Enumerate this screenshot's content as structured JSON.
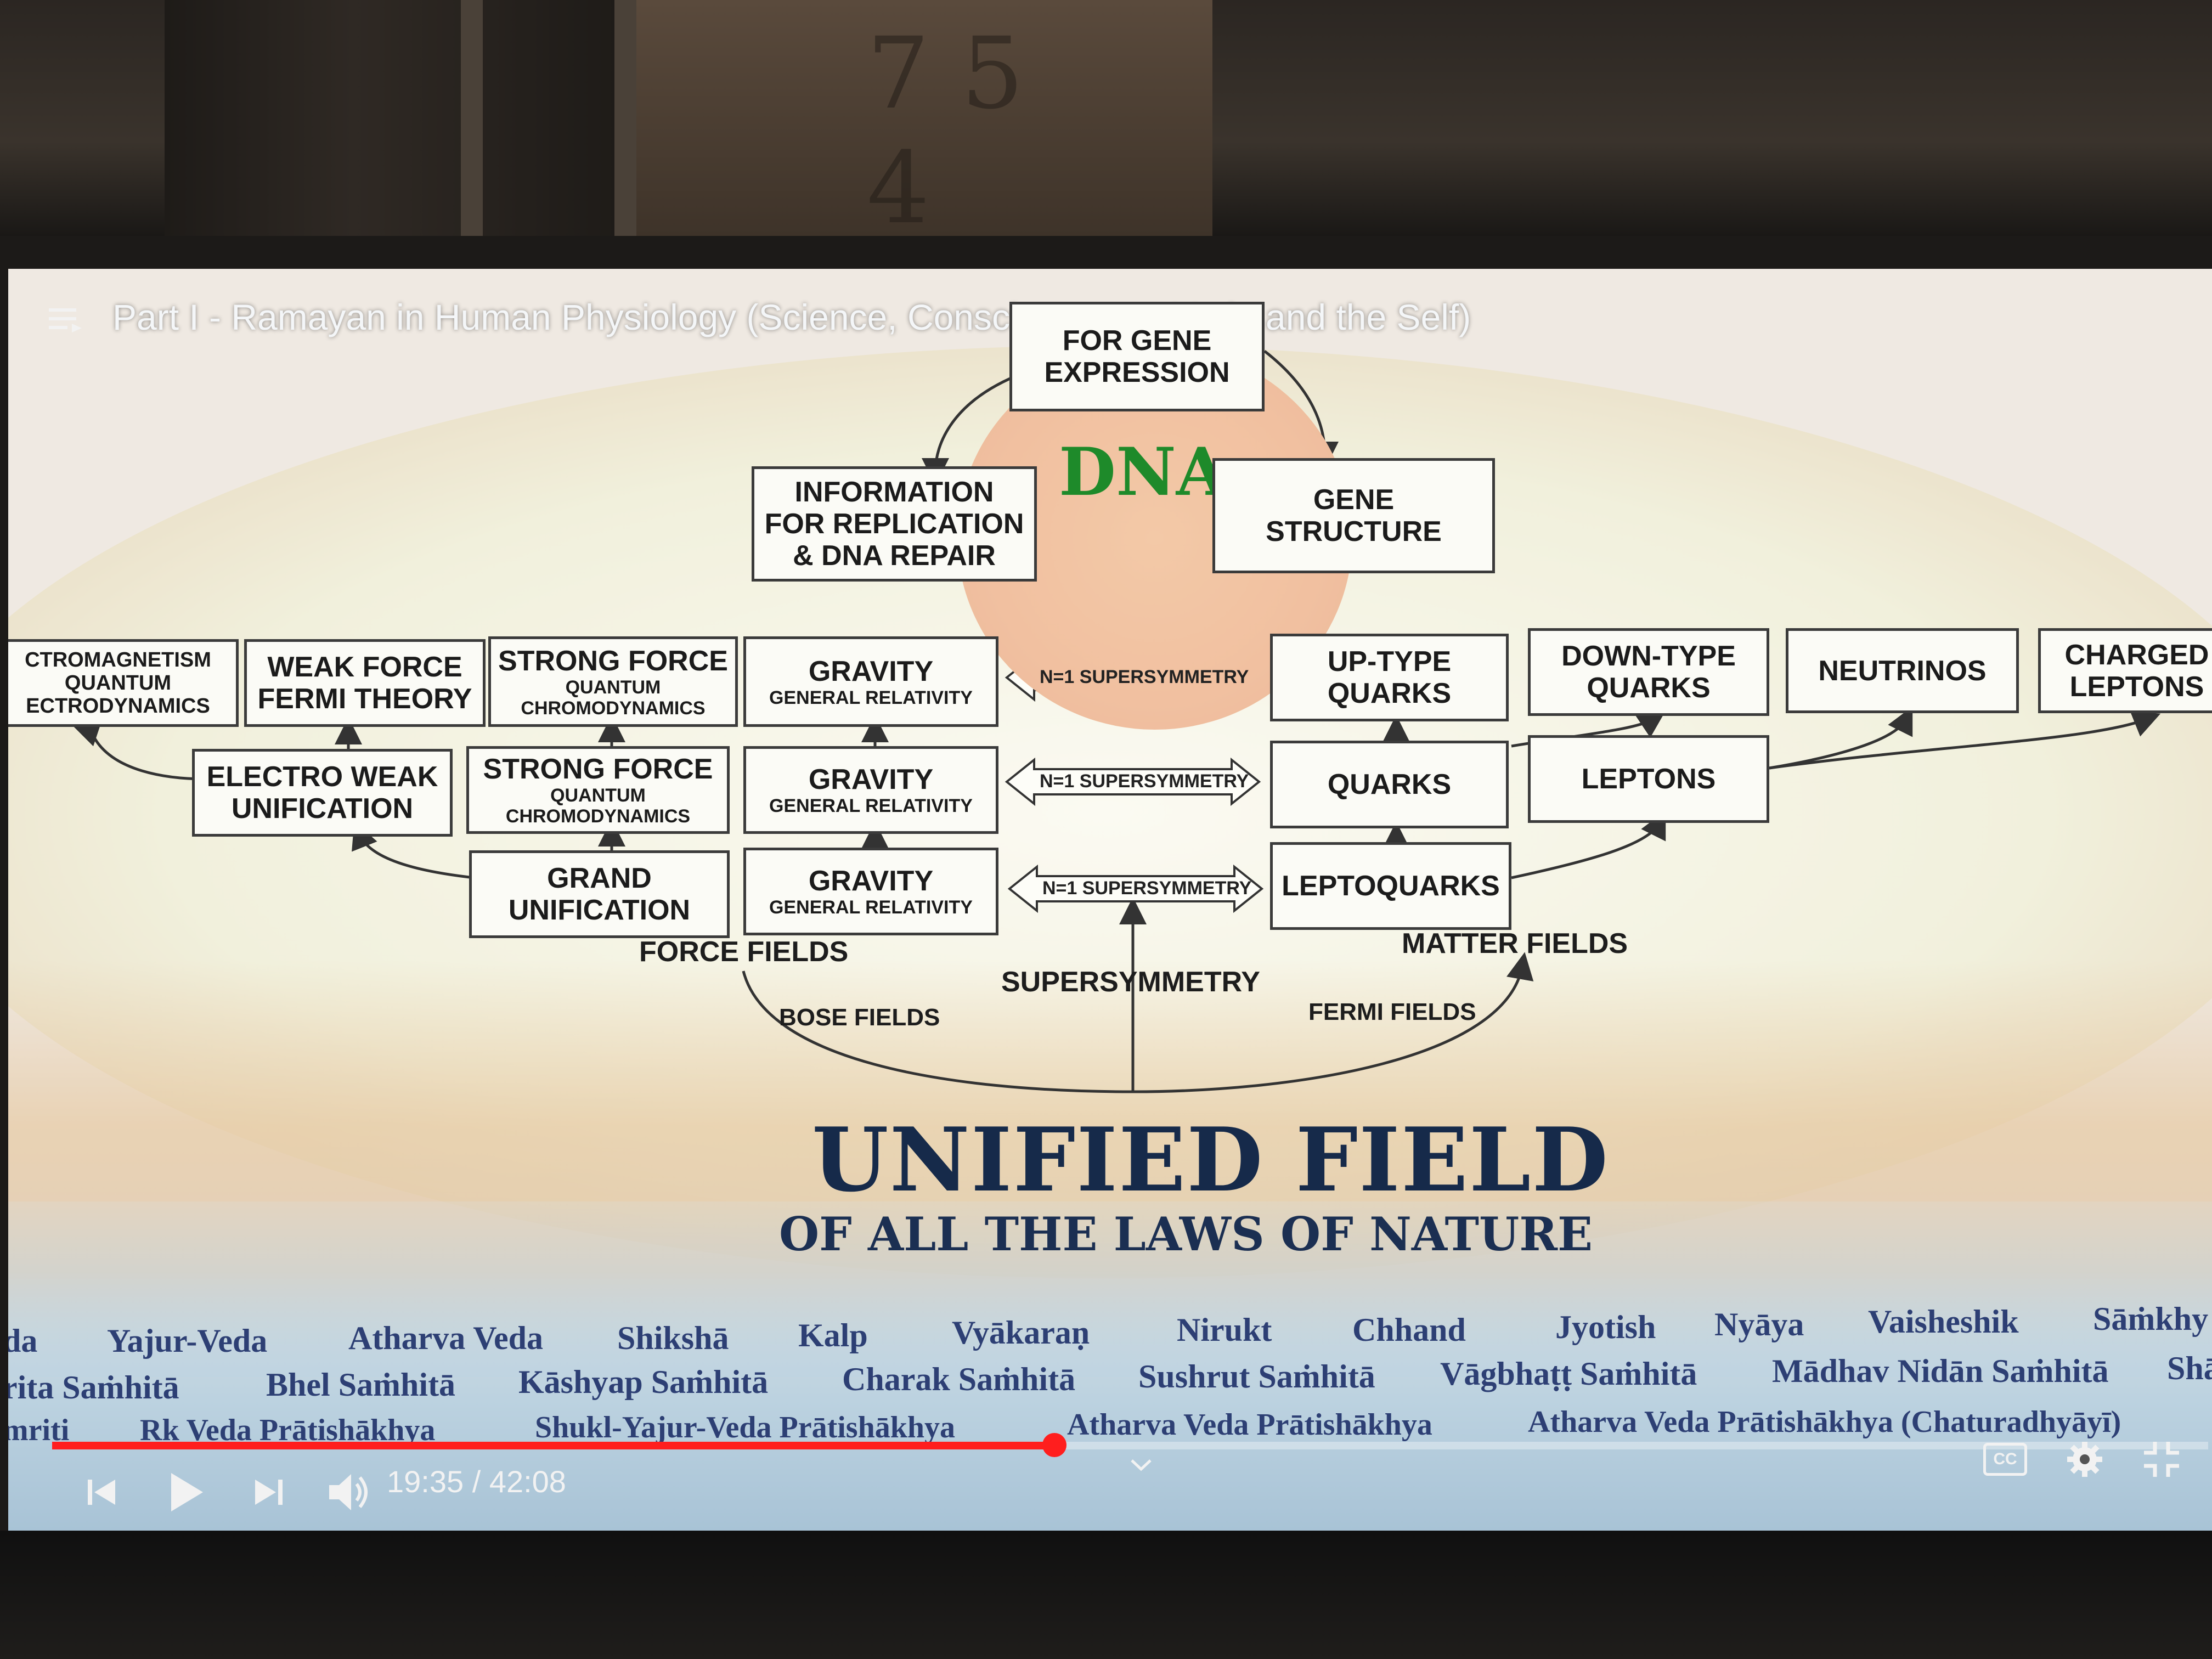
{
  "video": {
    "title": "Part I - Ramayan in Human Physiology (Science, Consciousness, Veda and the Self)",
    "current_time": "19:35",
    "duration": "42:08",
    "time_display": "19:35 / 42:08",
    "progress_fraction": 0.465
  },
  "dna": {
    "title": "DNA",
    "gene_expression_line1": "FOR GENE",
    "gene_expression_line2": "EXPRESSION",
    "info_line1": "INFORMATION",
    "info_line2": "FOR REPLICATION",
    "info_line3": "& DNA REPAIR",
    "gene_structure_line1": "GENE",
    "gene_structure_line2": "STRUCTURE"
  },
  "forces": {
    "electromagnetism_line1": "CTROMAGNETISM",
    "electromagnetism_line2": "QUANTUM",
    "electromagnetism_line3": "ECTRODYNAMICS",
    "weak_line1": "WEAK FORCE",
    "weak_line2": "FERMI THEORY",
    "strong_title": "STRONG FORCE",
    "strong_sub1": "QUANTUM",
    "strong_sub2": "CHROMODYNAMICS",
    "gravity_title": "GRAVITY",
    "gravity_sub": "GENERAL RELATIVITY",
    "electroweak_line1": "ELECTRO WEAK",
    "electroweak_line2": "UNIFICATION",
    "grand_line1": "GRAND",
    "grand_line2": "UNIFICATION"
  },
  "supersymmetry_arrow_label": "N=1 SUPERSYMMETRY",
  "matter": {
    "uptype_line1": "UP-TYPE",
    "uptype_line2": "QUARKS",
    "downtype_line1": "DOWN-TYPE",
    "downtype_line2": "QUARKS",
    "neutrinos": "NEUTRINOS",
    "charged_line1": "CHARGED",
    "charged_line2": "LEPTONS",
    "quarks": "QUARKS",
    "leptons": "LEPTONS",
    "leptoquarks": "LEPTOQUARKS"
  },
  "field_labels": {
    "force_fields": "FORCE FIELDS",
    "matter_fields": "MATTER FIELDS",
    "bose_fields": "BOSE FIELDS",
    "fermi_fields": "FERMI FIELDS",
    "supersymmetry": "SUPERSYMMETRY"
  },
  "unified": {
    "title": "UNIFIED FIELD",
    "subtitle": "OF ALL THE LAWS OF NATURE"
  },
  "veda_row1": [
    "da",
    "Yajur-Veda",
    "Atharva Veda",
    "Shikshā",
    "Kalp",
    "Vyākaraṇ",
    "Nirukt",
    "Chhand",
    "Jyotish",
    "Nyāya",
    "Vaisheshik",
    "Sāṁkhy"
  ],
  "veda_row2": [
    "rita Saṁhitā",
    "Bhel Saṁhitā",
    "Kāshyap Saṁhitā",
    "Charak Saṁhitā",
    "Sushrut Saṁhitā",
    "Vāgbhaṭṭ Saṁhitā",
    "Mādhav Nidān Saṁhitā",
    "Shā"
  ],
  "veda_row3": [
    "mriti",
    "Rk Veda Prātishākhya",
    "Shukl-Yajur-Veda Prātishākhya",
    "Atharva Veda Prātishākhya",
    "Atharva Veda Prātishākhya (Chaturadhyāyī)"
  ],
  "controls": {
    "prev_icon": "skip-previous-icon",
    "play_icon": "play-icon",
    "next_icon": "skip-next-icon",
    "volume_icon": "volume-icon",
    "cc_icon": "closed-captions-icon",
    "settings_icon": "gear-icon",
    "exit_fullscreen_icon": "exit-fullscreen-icon",
    "chevron_icon": "chevron-down-icon",
    "cc_label": "CC"
  },
  "colors": {
    "progress": "#ff1e1e",
    "dna_green": "#1e8a2a",
    "unified_navy": "#162a4a"
  }
}
